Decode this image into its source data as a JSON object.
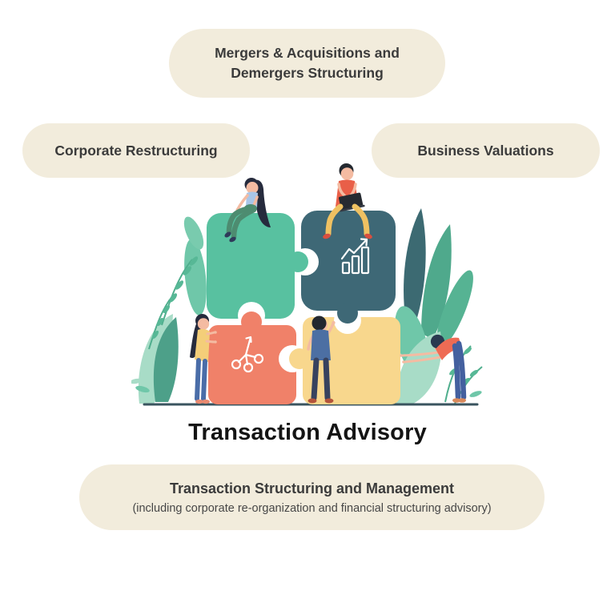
{
  "colors": {
    "background": "#ffffff",
    "pill_bg": "#F2ECDC",
    "pill_text": "#3B3B3B",
    "title_text": "#141414",
    "puzzle_green": "#58C1A0",
    "puzzle_teal": "#3E6876",
    "puzzle_coral": "#F08169",
    "puzzle_yellow": "#F8D78D",
    "ground_line": "#3A545F"
  },
  "bubbles": {
    "top": {
      "line1": "Mergers & Acquisitions and",
      "line2": "Demergers Structuring"
    },
    "left": {
      "label": "Corporate Restructuring"
    },
    "right": {
      "label": "Business Valuations"
    },
    "bottom": {
      "title": "Transaction Structuring and Management",
      "subtitle": "(including corporate re-organization and financial structuring advisory)"
    }
  },
  "main_title": "Transaction Advisory",
  "illustration": {
    "icons": {
      "teal_piece": "growth-chart-icon",
      "coral_piece": "share-branch-icon"
    }
  }
}
